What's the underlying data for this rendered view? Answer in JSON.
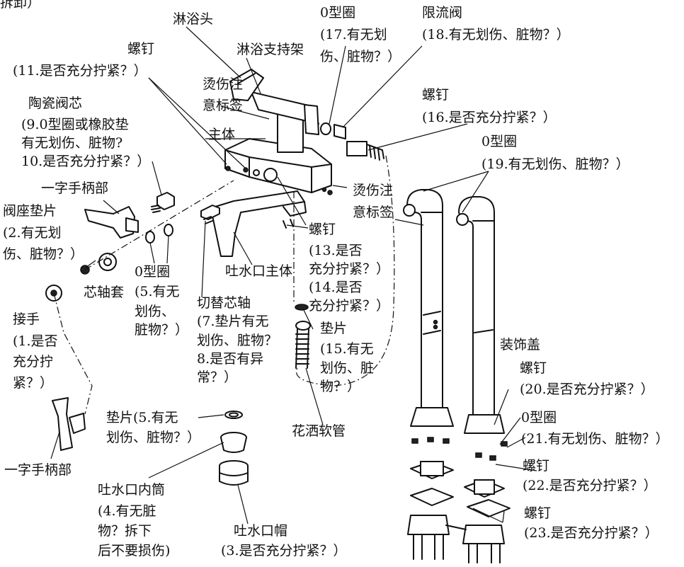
{
  "labels": {
    "top_cut": "拆卸）",
    "shower_head": "淋浴头",
    "shower_bracket": "淋浴支持架",
    "oring_a": "0型圈",
    "oring_a_note1": "(17.有无划",
    "oring_a_note2": "伤、脏物？）",
    "flow_valve": "限流阀",
    "flow_valve_note": "(18.有无划伤、脏物？）",
    "screw_a": "螺钉",
    "screw_a_note": "(11.是否充分拧紧？）",
    "burn_label_a1": "烫伤注",
    "burn_label_a2": "意标签",
    "ceramic": "陶瓷阀芯",
    "ceramic_n1": "(9.0型圈或橡胶垫",
    "ceramic_n2": "有无划伤、脏物?",
    "ceramic_n3": "10.是否充分拧紧？）",
    "main_body": "主体",
    "screw_b": "螺钉",
    "screw_b_note": "(16.是否充分拧紧？）",
    "oring_b": "0型圈",
    "oring_b_note": "(19.有无划伤、脏物？）",
    "handle_top": "一字手柄部",
    "burn_label_b1": "烫伤注",
    "burn_label_b2": "意标签",
    "seat_gasket": "阀座垫片",
    "seat_n1": "(2.有无划",
    "seat_n2": "伤、脏物？）",
    "screw_c": "螺钉",
    "screw_c_n1": "(13.是否",
    "screw_c_n2": "充分拧紧？）",
    "screw_c_n3": "(14.是否",
    "screw_c_n4": "充分拧紧？）",
    "spout_body": "吐水口主体",
    "oring_c": "0型圈",
    "oring_c_n1": "(5.有无",
    "oring_c_n2": "划伤、",
    "oring_c_n3": "脏物？）",
    "spindle_sleeve": "芯轴套",
    "switch_spindle": "切替芯轴",
    "switch_n1": "(7.垫片有无",
    "switch_n2": "划伤、脏物？",
    "switch_n3": "8.是否有异",
    "switch_n4": "常？）",
    "joint": "接手",
    "joint_n1": "(1.是否",
    "joint_n2": "充分拧",
    "joint_n3": "紧？）",
    "gasket_b": "垫片",
    "gasket_b_n1": "(15.有无",
    "gasket_b_n2": "划伤、脏",
    "gasket_b_n3": "物？）",
    "cover": "装饰盖",
    "screw_d": "螺钉",
    "screw_d_note": "(20.是否充分拧紧？）",
    "gasket_c": "垫片(5.有无",
    "gasket_c_n": "划伤、脏物？）",
    "oring_d": "0型圈",
    "oring_d_note": "(21.有无划伤、脏物？）",
    "hose": "花洒软管",
    "handle_bottom": "一字手柄部",
    "screw_e": "螺钉",
    "screw_e_note": "(22.是否充分拧紧？）",
    "inner_tube": "吐水口内筒",
    "inner_n1": "(4.有无脏",
    "inner_n2": "物？拆下",
    "inner_n3": "后不要损伤)",
    "screw_f": "螺钉",
    "screw_f_note": "(23.是否充分拧紧？）",
    "spout_cap": "吐水口帽",
    "spout_cap_note": "(3.是否充分拧紧？）"
  }
}
